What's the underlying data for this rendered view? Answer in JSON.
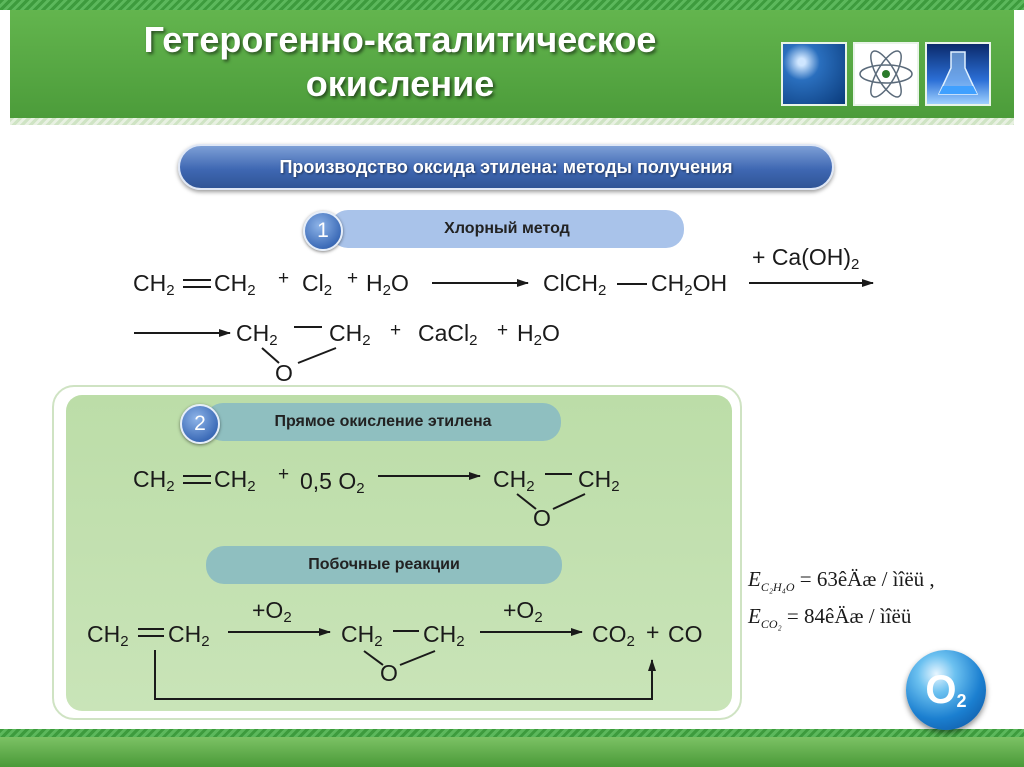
{
  "header": {
    "title_line1": "Гетерогенно-каталитическое",
    "title_line2": "окисление",
    "thumbnails": [
      "bubbles-image",
      "atom-image",
      "flask-image"
    ]
  },
  "banner": {
    "text": "Производство оксида этилена: методы получения"
  },
  "method1": {
    "number": "1",
    "label": "Хлорный метод",
    "line1": {
      "ethylene_left": "CH",
      "ethylene_sub": "2",
      "ethylene_right": "CH",
      "ethylene_right_sub": "2",
      "plus1": "+",
      "cl2": "Cl",
      "cl2_sub": "2",
      "plus2": "+",
      "h2o": "H",
      "h2o_sub": "2",
      "h2o_o": "O",
      "product_a": "ClCH",
      "product_a_sub": "2",
      "product_b": "CH",
      "product_b_sub": "2",
      "product_b_tail": "OH",
      "reagent": "+ Ca(OH)",
      "reagent_sub": "2"
    },
    "line2": {
      "epoxide_left": "CH",
      "epoxide_left_sub": "2",
      "epoxide_right": "CH",
      "epoxide_right_sub": "2",
      "epoxide_o": "O",
      "plus1": "+",
      "cacl2": "CaCl",
      "cacl2_sub": "2",
      "plus2": "+",
      "h2o": "H",
      "h2o_sub": "2",
      "h2o_o": "O"
    }
  },
  "method2": {
    "number": "2",
    "label": "Прямое окисление этилена",
    "reaction": {
      "ethylene_left": "CH",
      "ethylene_sub": "2",
      "ethylene_right": "CH",
      "ethylene_right_sub": "2",
      "plus": "+",
      "oxygen": "0,5 O",
      "oxygen_sub": "2",
      "epoxide_left": "CH",
      "epoxide_left_sub": "2",
      "epoxide_right": "CH",
      "epoxide_right_sub": "2",
      "epoxide_o": "O"
    }
  },
  "side_reactions": {
    "label": "Побочные реакции",
    "reaction": {
      "ethylene_left": "CH",
      "ethylene_sub": "2",
      "ethylene_right": "CH",
      "ethylene_right_sub": "2",
      "arrow1_label": "+O",
      "arrow1_sub": "2",
      "epoxide_left": "CH",
      "epoxide_left_sub": "2",
      "epoxide_right": "CH",
      "epoxide_right_sub": "2",
      "epoxide_o": "O",
      "arrow2_label": "+O",
      "arrow2_sub": "2",
      "co2": "CO",
      "co2_sub": "2",
      "plus": "+",
      "co": "CO"
    }
  },
  "energy": {
    "e1_symbol": "E",
    "e1_sub": "C₂H₄O",
    "e1_value": "= 63êÄæ  / ìîëü  ,",
    "e2_symbol": "E",
    "e2_sub": "CO₂",
    "e2_value": "= 84êÄæ  / ìîëü"
  },
  "logo": {
    "text": "O",
    "sub": "2"
  },
  "colors": {
    "header_green": "#4c9c3a",
    "banner_blue": "#3f68b3",
    "pill_blue": "#a9c3ea",
    "pill_teal": "#8fbfc0",
    "panel_green": "#c4e2b1"
  }
}
